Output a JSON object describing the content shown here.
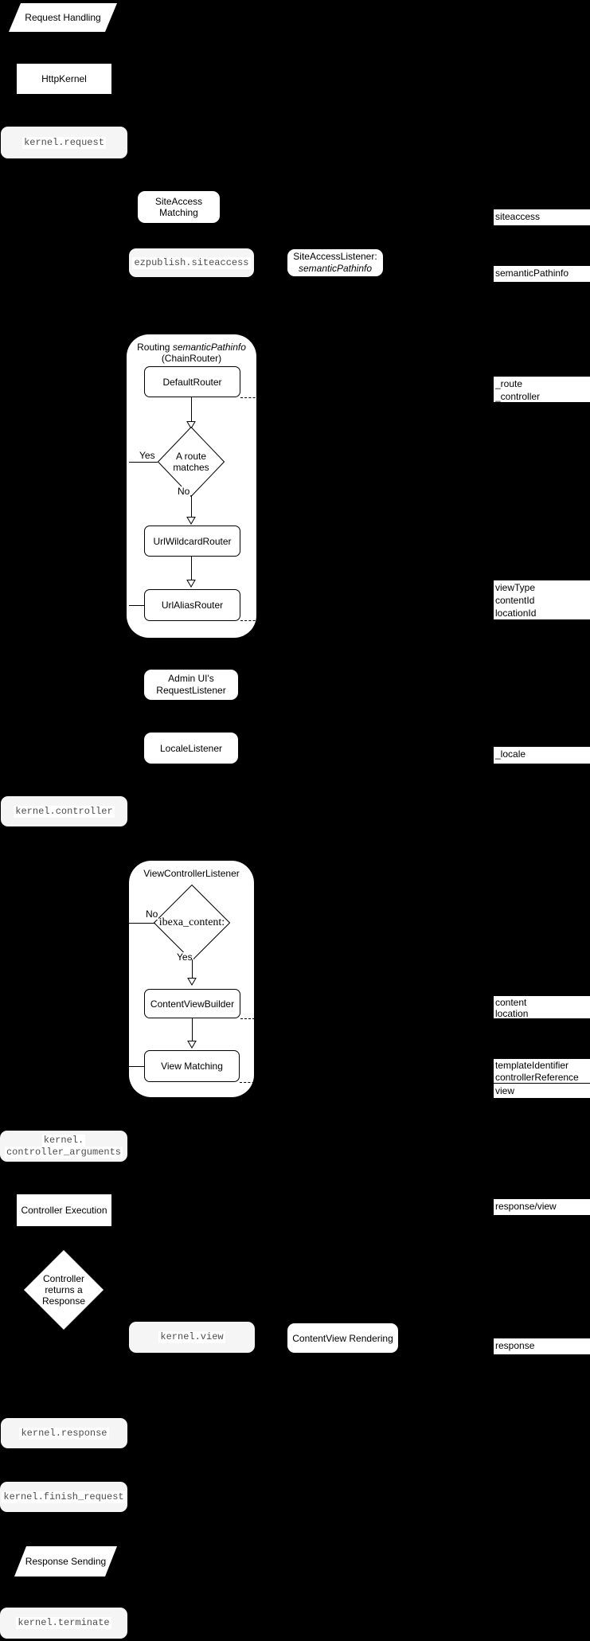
{
  "colors": {
    "background": "#000000",
    "node_fill": "#ffffff",
    "event_fill": "#f5f5f5",
    "event_text": "#4d4d4d",
    "line": "#000000",
    "text": "#000000"
  },
  "nodes": {
    "request_handling": {
      "label": "Request Handling"
    },
    "http_kernel": {
      "label": "HttpKernel"
    },
    "kernel_request": {
      "label": "kernel.request"
    },
    "siteaccess_matching": {
      "label": "SiteAccess Matching"
    },
    "ezpublish_siteaccess": {
      "label": "ezpublish.siteaccess"
    },
    "siteaccess_listener": {
      "line1": "SiteAccessListener:",
      "line2": "semanticPathinfo"
    },
    "routing": {
      "title_normal": "Routing",
      "title_italic": "semanticPathinfo",
      "title_line2": "(ChainRouter)"
    },
    "default_router": {
      "label": "DefaultRouter"
    },
    "route_matches": {
      "line1": "A route",
      "line2": "matches",
      "yes": "Yes",
      "no": "No"
    },
    "url_wildcard_router": {
      "label": "UrlWildcardRouter"
    },
    "url_alias_router": {
      "label": "UrlAliasRouter"
    },
    "admin_request_listener": {
      "line1": "Admin UI's",
      "line2": "RequestListener"
    },
    "locale_listener": {
      "label": "LocaleListener"
    },
    "kernel_controller": {
      "label": "kernel.controller"
    },
    "view_controller_listener": {
      "title": "ViewControllerListener"
    },
    "ibexa_content": {
      "label": "ibexa_content:",
      "yes": "Yes",
      "no": "No"
    },
    "content_view_builder": {
      "label": "ContentViewBuilder"
    },
    "view_matching": {
      "label": "View Matching"
    },
    "kernel_controller_arguments": {
      "line1": "kernel.",
      "line2": "controller_arguments"
    },
    "controller_execution": {
      "label": "Controller Execution"
    },
    "controller_returns_response": {
      "line1": "Controller",
      "line2": "returns a",
      "line3": "Response"
    },
    "kernel_view": {
      "label": "kernel.view"
    },
    "content_view_rendering": {
      "label": "ContentView Rendering"
    },
    "kernel_response": {
      "label": "kernel.response"
    },
    "kernel_finish_request": {
      "label": "kernel.finish_request"
    },
    "response_sending": {
      "label": "Response Sending"
    },
    "kernel_terminate": {
      "label": "kernel.terminate"
    }
  },
  "side_labels": {
    "siteaccess": {
      "line1": "siteaccess"
    },
    "semantic_pathinfo": {
      "line1": "semanticPathinfo"
    },
    "route_controller": {
      "line1": "_route",
      "line2": "_controller"
    },
    "view_params": {
      "line1": "viewType",
      "line2": "contentId",
      "line3": "locationId"
    },
    "locale": {
      "line1": "_locale"
    },
    "content_location": {
      "line1": "content",
      "line2": "location"
    },
    "template_controller": {
      "line1": "templateIdentifier",
      "line2": "controllerReference"
    },
    "view": {
      "line1": "view"
    },
    "response_view": {
      "line1": "response/view"
    },
    "response": {
      "line1": "response"
    }
  }
}
